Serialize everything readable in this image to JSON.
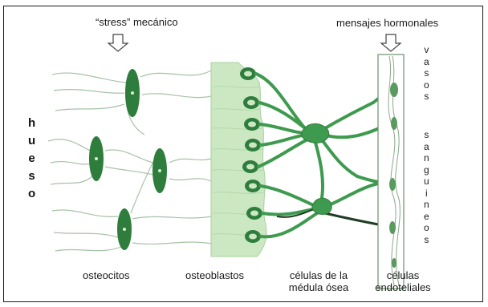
{
  "labels": {
    "stress": "“stress” mecánico",
    "hormonal": "mensajes hormonales",
    "bone_letters": [
      "h",
      "u",
      "e",
      "s",
      "o"
    ],
    "vessels_letters_1": [
      "v",
      "a",
      "s",
      "o",
      "s"
    ],
    "vessels_letters_2": [
      "s",
      "a",
      "n",
      "g",
      "u",
      "i",
      "n",
      "e",
      "o",
      "s"
    ],
    "osteocytes": "osteocitos",
    "osteoblasts": "osteoblastos",
    "marrow_line1": "células de la",
    "marrow_line2": "médula ósea",
    "endothelial_line1": "células",
    "endothelial_line2": "endoteliales"
  },
  "colors": {
    "cell_dark": "#2e7d3c",
    "cell_light": "#9fd49a",
    "osteoblast_fill": "#cbe8c3",
    "process_line": "#9ab89a",
    "marrow_branch": "#3e9a4e",
    "vessel_outline": "#6b8f6b"
  },
  "icons": {
    "stress_arrow": "down-arrow-icon",
    "hormone_arrow": "down-arrow-icon"
  }
}
